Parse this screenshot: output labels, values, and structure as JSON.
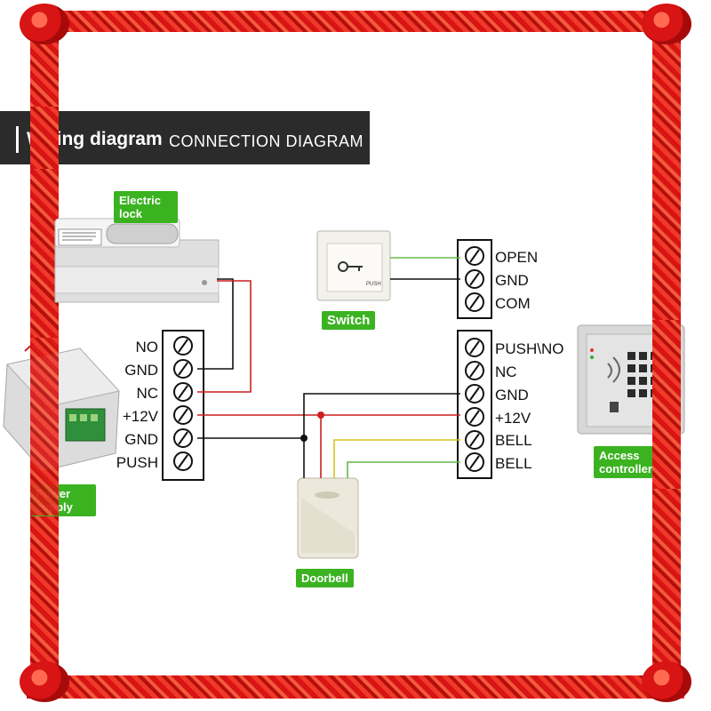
{
  "header": {
    "title_bold": "Wiring diagram",
    "title_regular": "CONNECTION DIAGRAM"
  },
  "tags": {
    "electric_lock": "Electric\nlock",
    "switch": "Switch",
    "power_supply": "Power\nsupply",
    "doorbell": "Doorbell",
    "access_controller": "Access\ncontroller"
  },
  "switch_terminals": [
    "OPEN",
    "GND",
    "COM"
  ],
  "controller_terminals": [
    "PUSH\\NO",
    "NC",
    "GND",
    "+12V",
    "BELL",
    "BELL"
  ],
  "supply_terminals": [
    "NO",
    "GND",
    "NC",
    "+12V",
    "GND",
    "PUSH"
  ],
  "device_text": {
    "exit_button": "PUSH"
  },
  "colors": {
    "frame": "#d81414",
    "header_bg": "#2b2b2b",
    "tag_green": "#3bb321",
    "wire_black": "#111111",
    "wire_red": "#cc1f1f",
    "wire_green": "#66b84a",
    "wire_yellow": "#d9c21c"
  }
}
